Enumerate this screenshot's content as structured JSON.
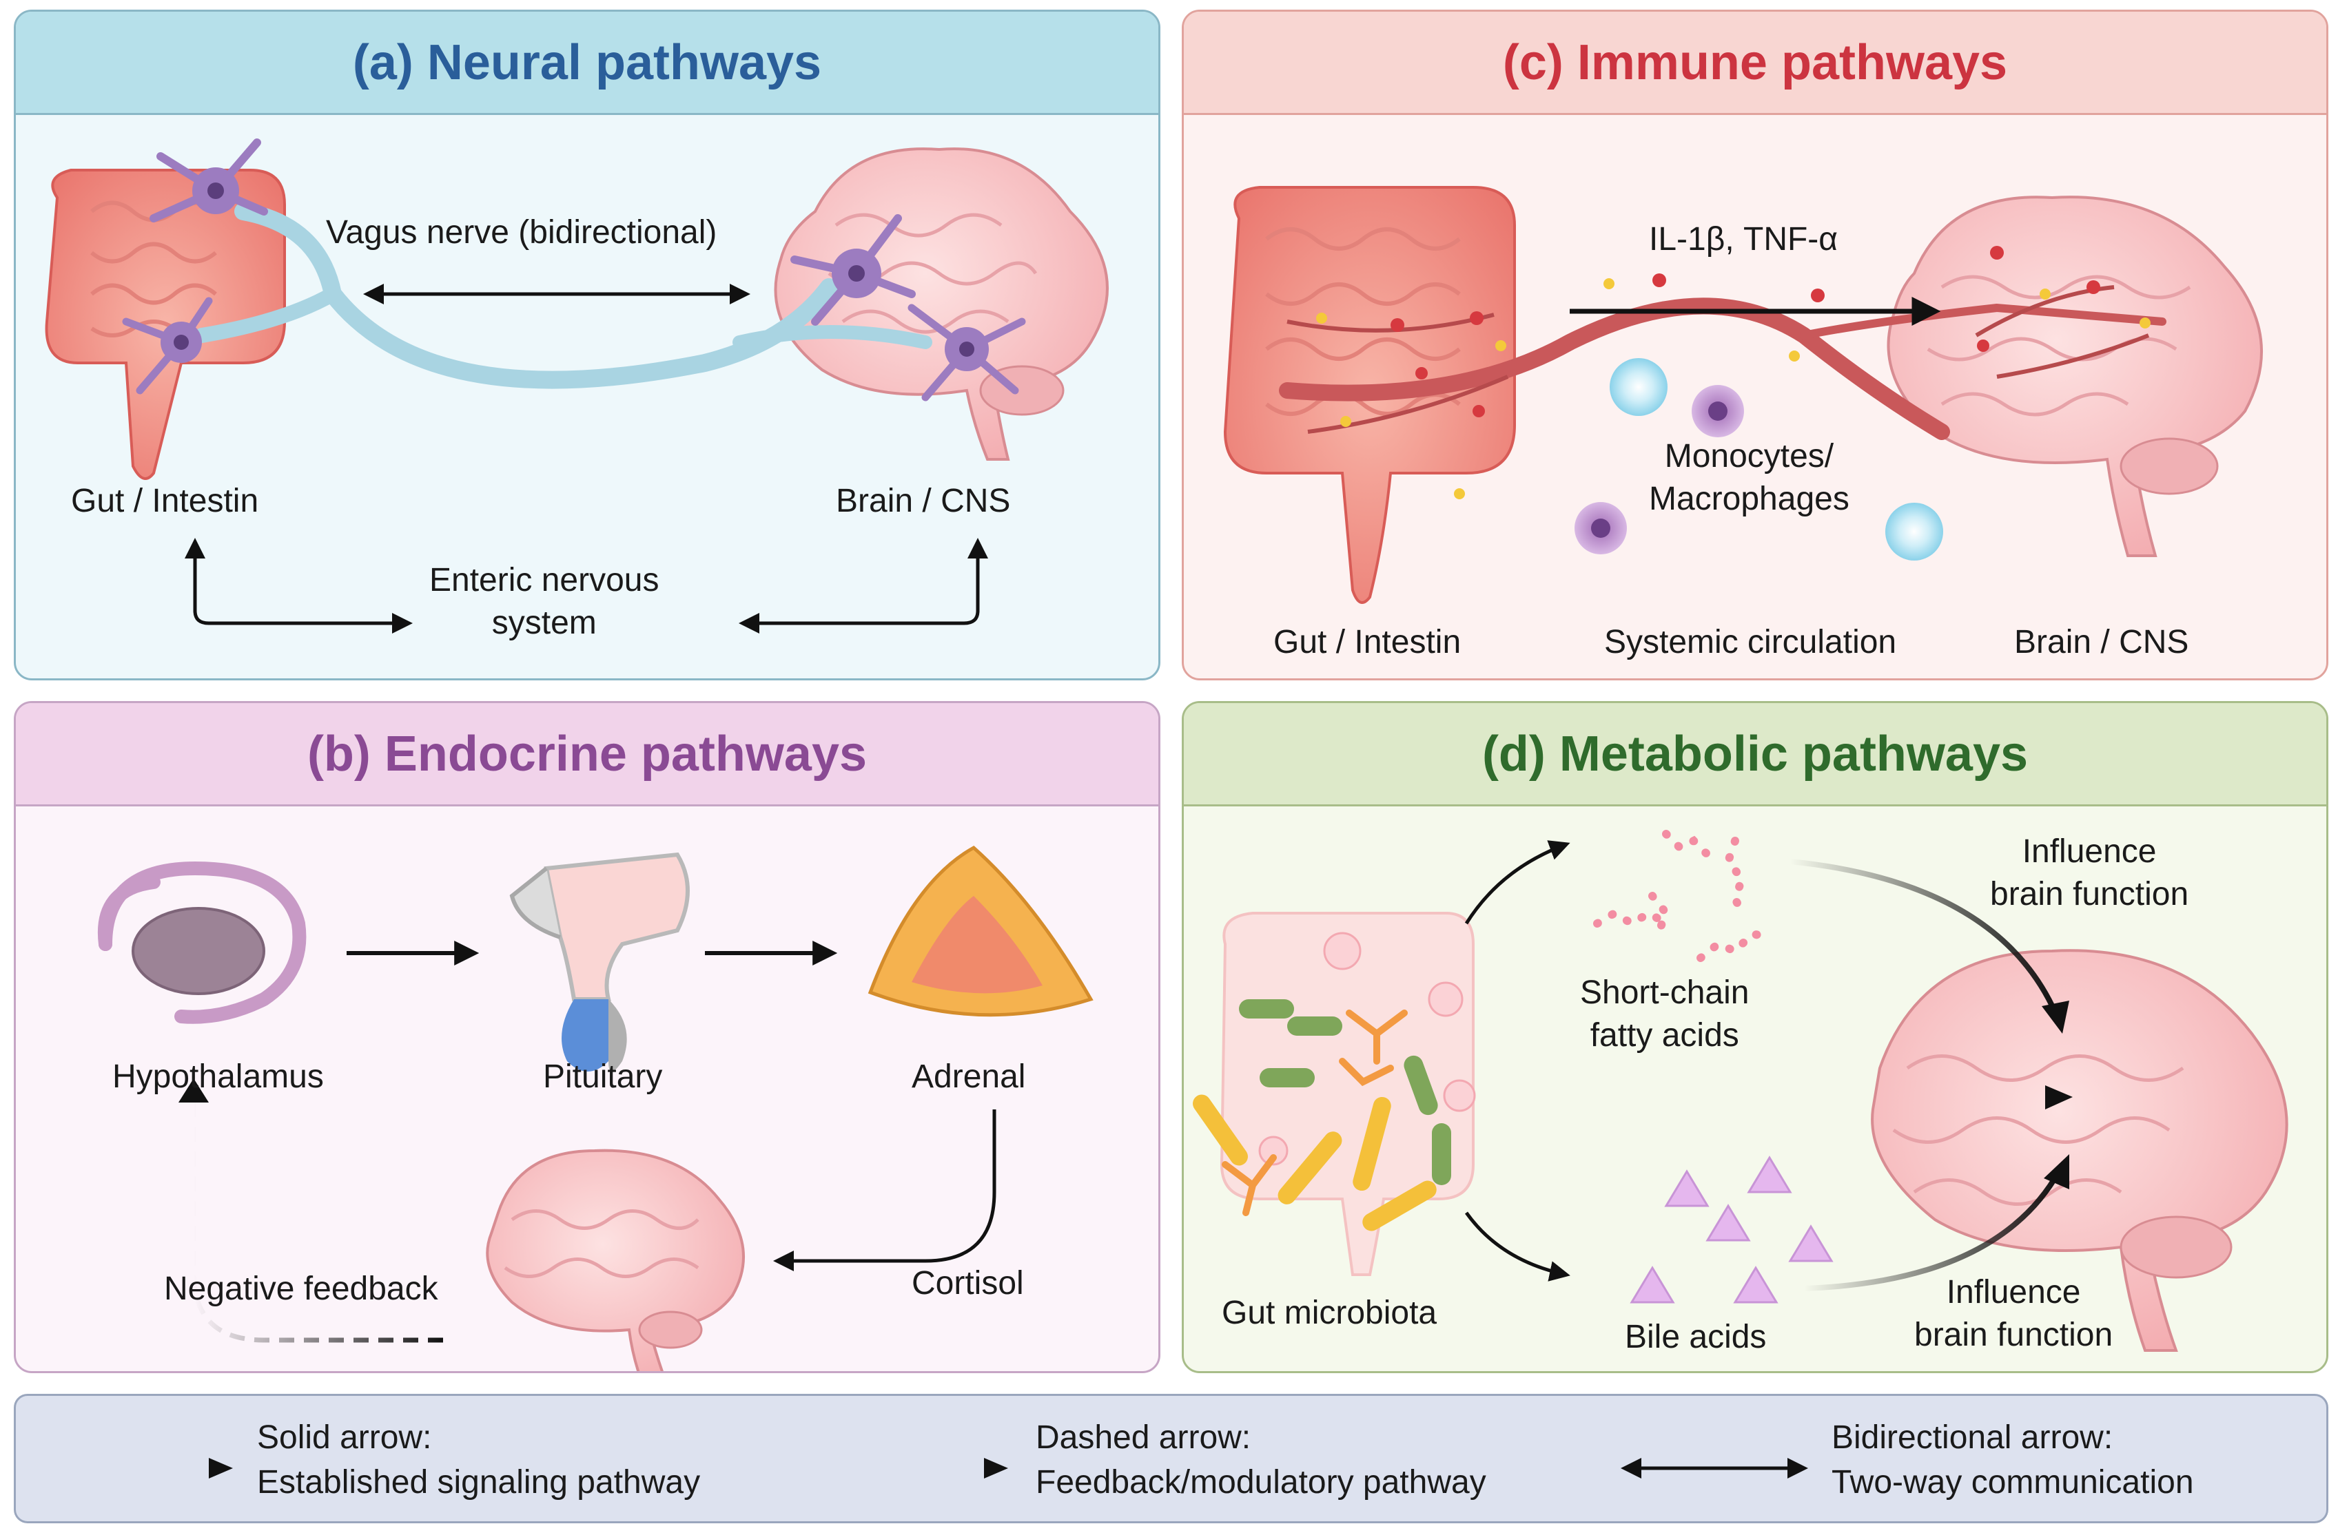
{
  "colors": {
    "neural_header": "#b6e0ea",
    "neural_title": "#2a5e9a",
    "immune_header": "#f8d6d2",
    "immune_title": "#cc3440",
    "endocrine_header": "#f1d3ea",
    "endocrine_title": "#8a4a94",
    "metabolic_header": "#dde9c9",
    "metabolic_title": "#2f6b2c",
    "legend_bg": "#dde2ef"
  },
  "neural": {
    "title": "(a) Neural pathways",
    "vagus_label": "Vagus nerve (bidirectional)",
    "gut_label": "Gut / Intestin",
    "brain_label": "Brain / CNS",
    "ens_label": "Enteric nervous\nsystem",
    "icons": [
      "intestine-icon",
      "neuron-icon",
      "brain-icon"
    ]
  },
  "immune": {
    "title": "(c) Immune pathways",
    "cytokines_label": "IL-1β, TNF-α",
    "cells_label": "Monocytes/\nMacrophages",
    "gut_label": "Gut / Intestin",
    "circulation_label": "Systemic circulation",
    "brain_label": "Brain / CNS",
    "icons": [
      "intestine-icon",
      "blood-vessel-icon",
      "immune-cell-icon",
      "brain-icon"
    ]
  },
  "endocrine": {
    "title": "(b) Endocrine pathways",
    "hypothalamus_label": "Hypothalamus",
    "pituitary_label": "Pituitary",
    "adrenal_label": "Adrenal",
    "cortisol_label": "Cortisol",
    "feedback_label": "Negative feedback",
    "icons": [
      "hypothalamus-icon",
      "pituitary-icon",
      "adrenal-gland-icon",
      "brain-icon"
    ]
  },
  "metabolic": {
    "title": "(d) Metabolic pathways",
    "scfa_label": "Short-chain\nfatty acids",
    "bile_label": "Bile acids",
    "microbiota_label": "Gut microbiota",
    "influence_top_label": "Influence\nbrain function",
    "influence_bottom_label": "Influence\nbrain function",
    "icons": [
      "bacteria-icon",
      "molecule-chain-icon",
      "triangle-molecule-icon",
      "brain-icon"
    ]
  },
  "legend": {
    "solid_title": "Solid arrow:",
    "solid_desc": "Established signaling pathway",
    "dashed_title": "Dashed arrow:",
    "dashed_desc": "Feedback/modulatory pathway",
    "bidir_title": "Bidirectional arrow:",
    "bidir_desc": "Two-way communication"
  }
}
